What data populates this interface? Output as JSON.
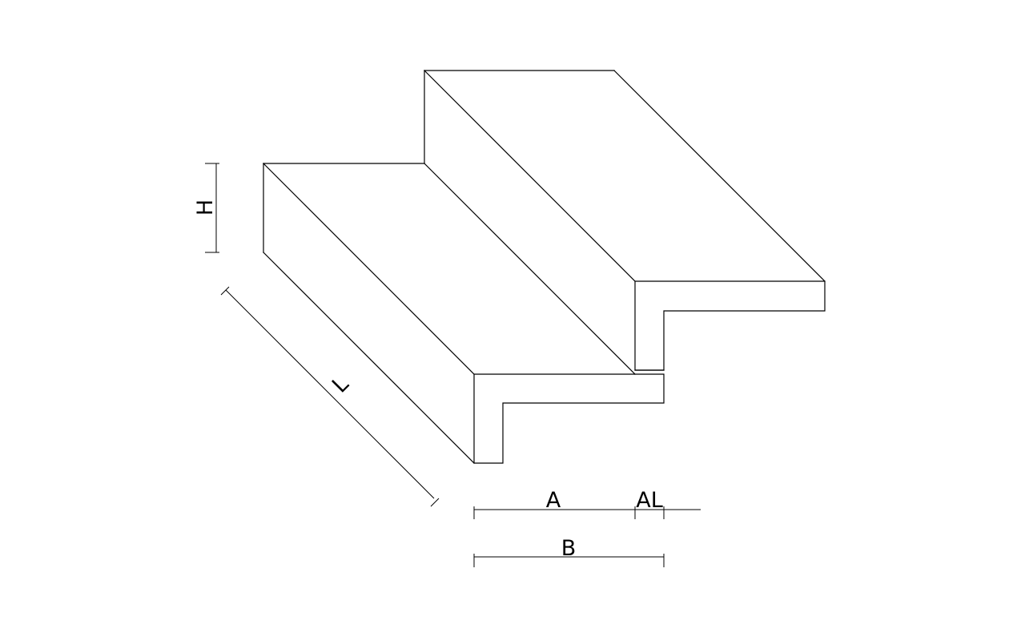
{
  "diagram": {
    "labels": {
      "height": "H",
      "length": "L",
      "tread": "A",
      "nosing": "AL",
      "total_depth": "B"
    },
    "colors": {
      "line": "#000000",
      "background": "#ffffff"
    }
  }
}
